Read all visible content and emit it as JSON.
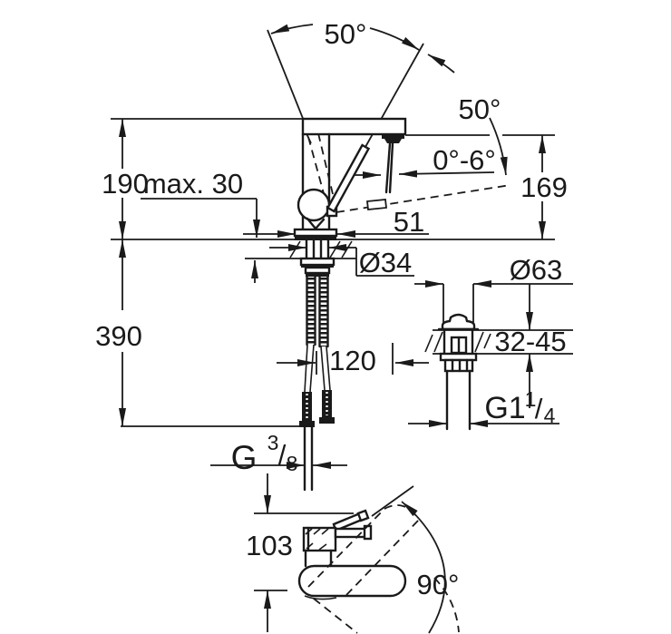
{
  "drawing": {
    "type": "faucet installation dimension drawing",
    "colors": {
      "line": "#1a1a1a",
      "background": "#ffffff"
    }
  },
  "labels": {
    "handle_angle_left": "50°",
    "handle_angle_right": "50°",
    "spout_angle": "0°-6°",
    "spout_height": "169",
    "spout_reach": "51",
    "body_height": "190",
    "deck_max": "max. 30",
    "below_deck_height": "390",
    "shank_dia": "Ø34",
    "hose_length": "120",
    "drain_dia": "Ø63",
    "drain_deck_range": "32-45",
    "drain_thread": {
      "prefix": "G1",
      "num": "1",
      "den": "4"
    },
    "supply_thread": {
      "prefix": "G",
      "num": "3",
      "den": "8"
    },
    "top_view_depth": "103",
    "swivel_angle": "90°"
  }
}
